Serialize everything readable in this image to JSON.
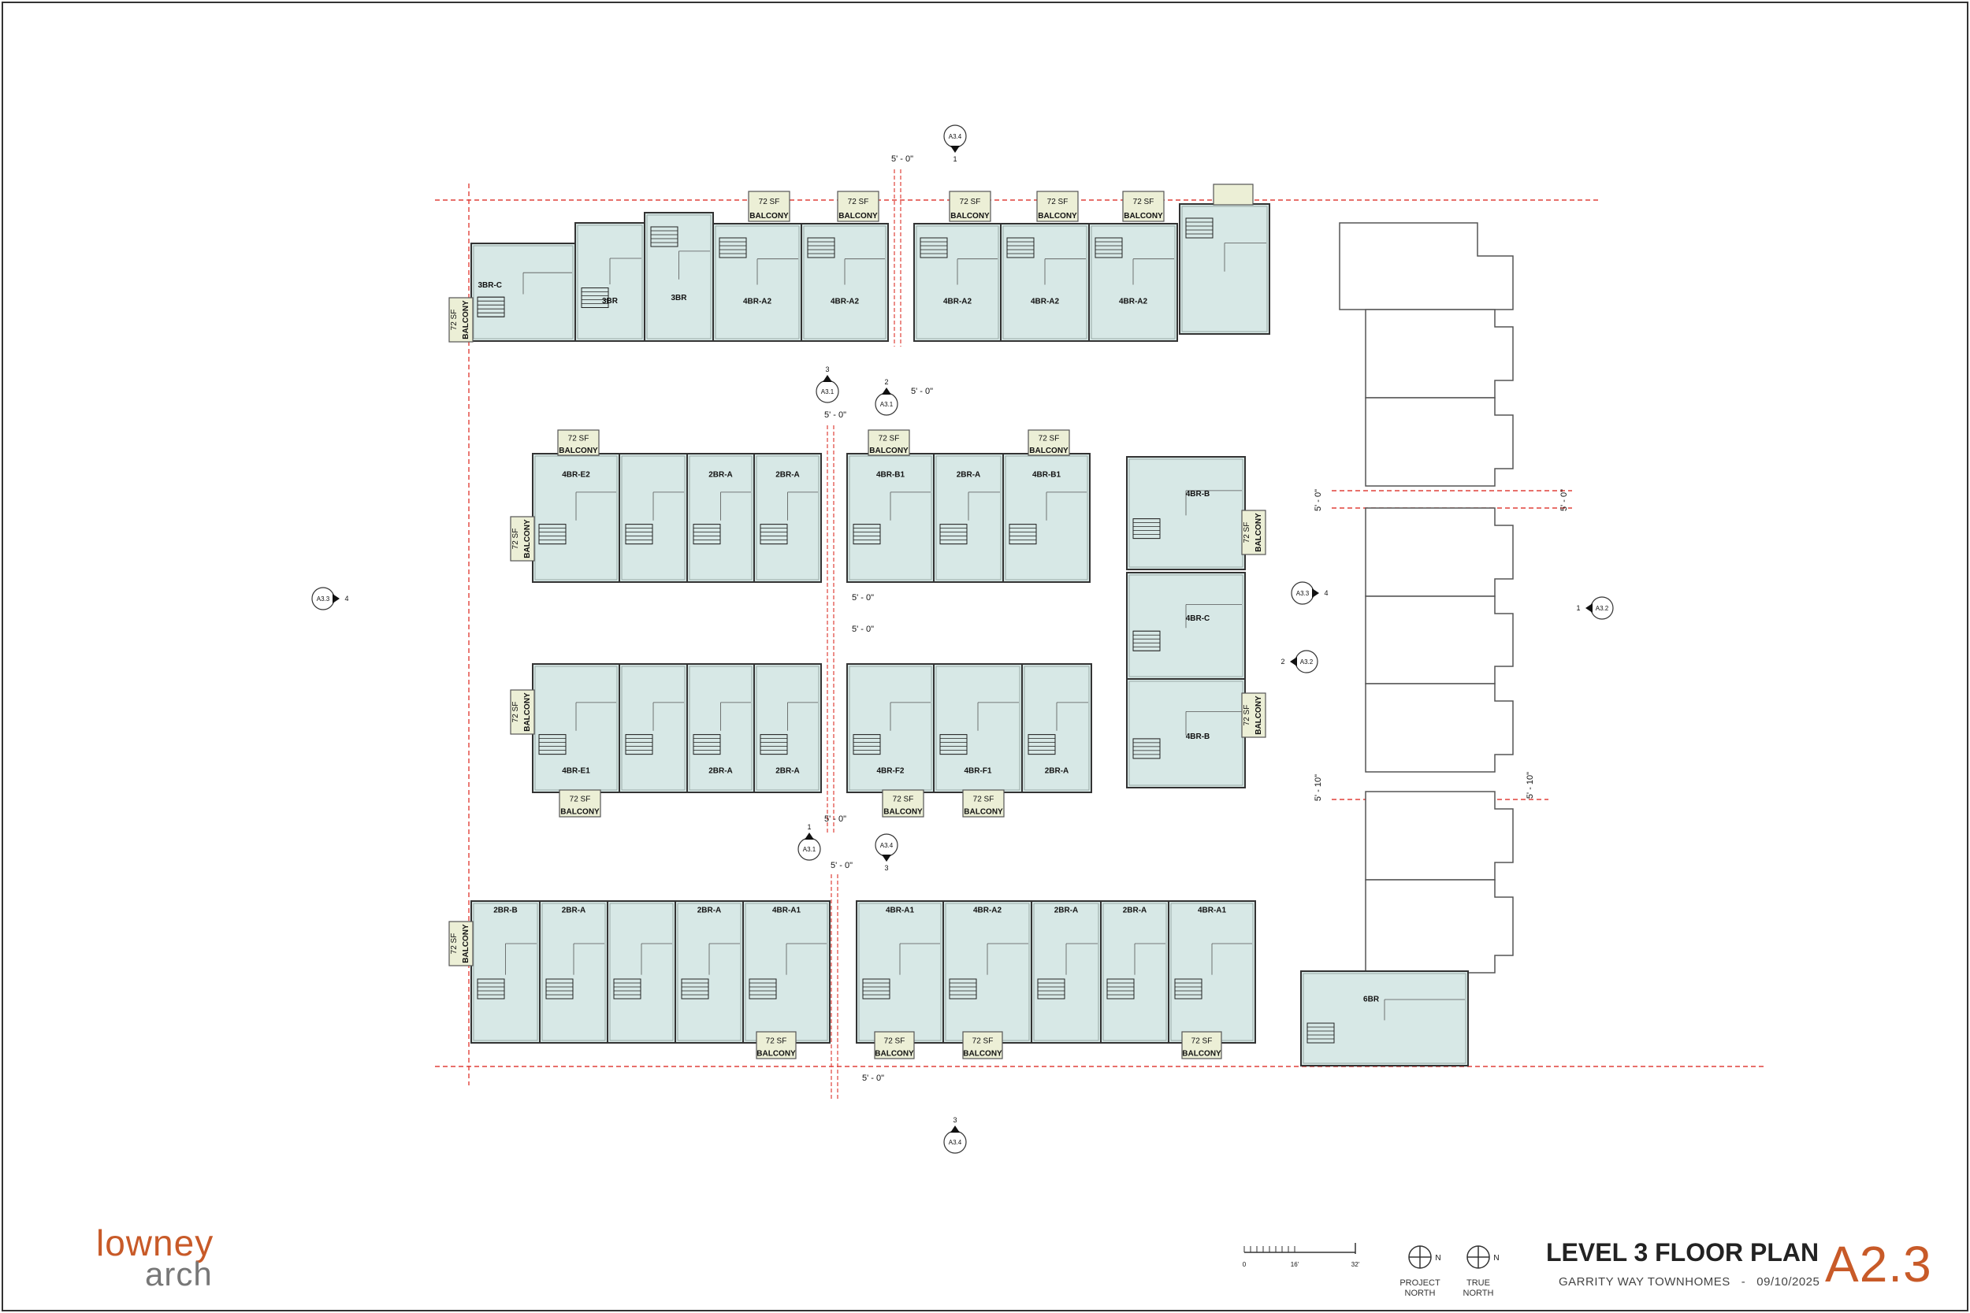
{
  "sheet": {
    "title": "LEVEL 3 FLOOR PLAN",
    "project": "GARRITY WAY TOWNHOMES",
    "separator": "-",
    "date": "09/10/2025",
    "number": "A2.3"
  },
  "logo": {
    "line1": "lowney",
    "line2": "arch"
  },
  "north": [
    {
      "line1": "PROJECT",
      "line2": "NORTH",
      "mark": "N"
    },
    {
      "line1": "TRUE",
      "line2": "NORTH",
      "mark": "N"
    }
  ],
  "scale_bar": {
    "labels": [
      "0",
      "16'",
      "32'"
    ]
  },
  "balcony": {
    "area": "72 SF",
    "word": "BALCONY"
  },
  "dimensions": {
    "five_ft": "5' - 0\"",
    "five_ten": "5' - 10\""
  },
  "section_markers": [
    "A3.4",
    "A3.1",
    "A3.1",
    "A3.1",
    "A3.4",
    "A3.4",
    "A3.3",
    "A3.2",
    "A3.2",
    "A3.3"
  ],
  "section_numbers": [
    "1",
    "3",
    "2",
    "1",
    "3",
    "3",
    "4",
    "1",
    "2",
    "4"
  ],
  "buildings": {
    "b1": [
      "3BR-C",
      "3BR",
      "3BR",
      "4BR-A2",
      "4BR-A2",
      "4BR-A2",
      "4BR-A2",
      "4BR-A2",
      ""
    ],
    "b2": [
      "4BR-E2",
      "",
      "2BR-A",
      "2BR-A"
    ],
    "b3": [
      "4BR-B1",
      "2BR-A",
      "4BR-B1"
    ],
    "b4": [
      "4BR-B",
      "4BR-C",
      "4BR-B"
    ],
    "b5": [
      "4BR-E1",
      "",
      "2BR-A",
      "2BR-A"
    ],
    "b6": [
      "4BR-F2",
      "4BR-F1",
      "2BR-A"
    ],
    "b7": [
      "2BR-B",
      "2BR-A",
      "",
      "2BR-A",
      "4BR-A1"
    ],
    "b8": [
      "4BR-A1",
      "4BR-A2",
      "2BR-A",
      "2BR-A",
      "4BR-A1"
    ],
    "b9": [
      "6BR"
    ]
  },
  "colors": {
    "unit_fill": "#d7e8e6",
    "balcony_fill": "#ecefd6",
    "property_line": "#e0413a",
    "accent": "#c85a28",
    "logo_gray": "#777777"
  }
}
